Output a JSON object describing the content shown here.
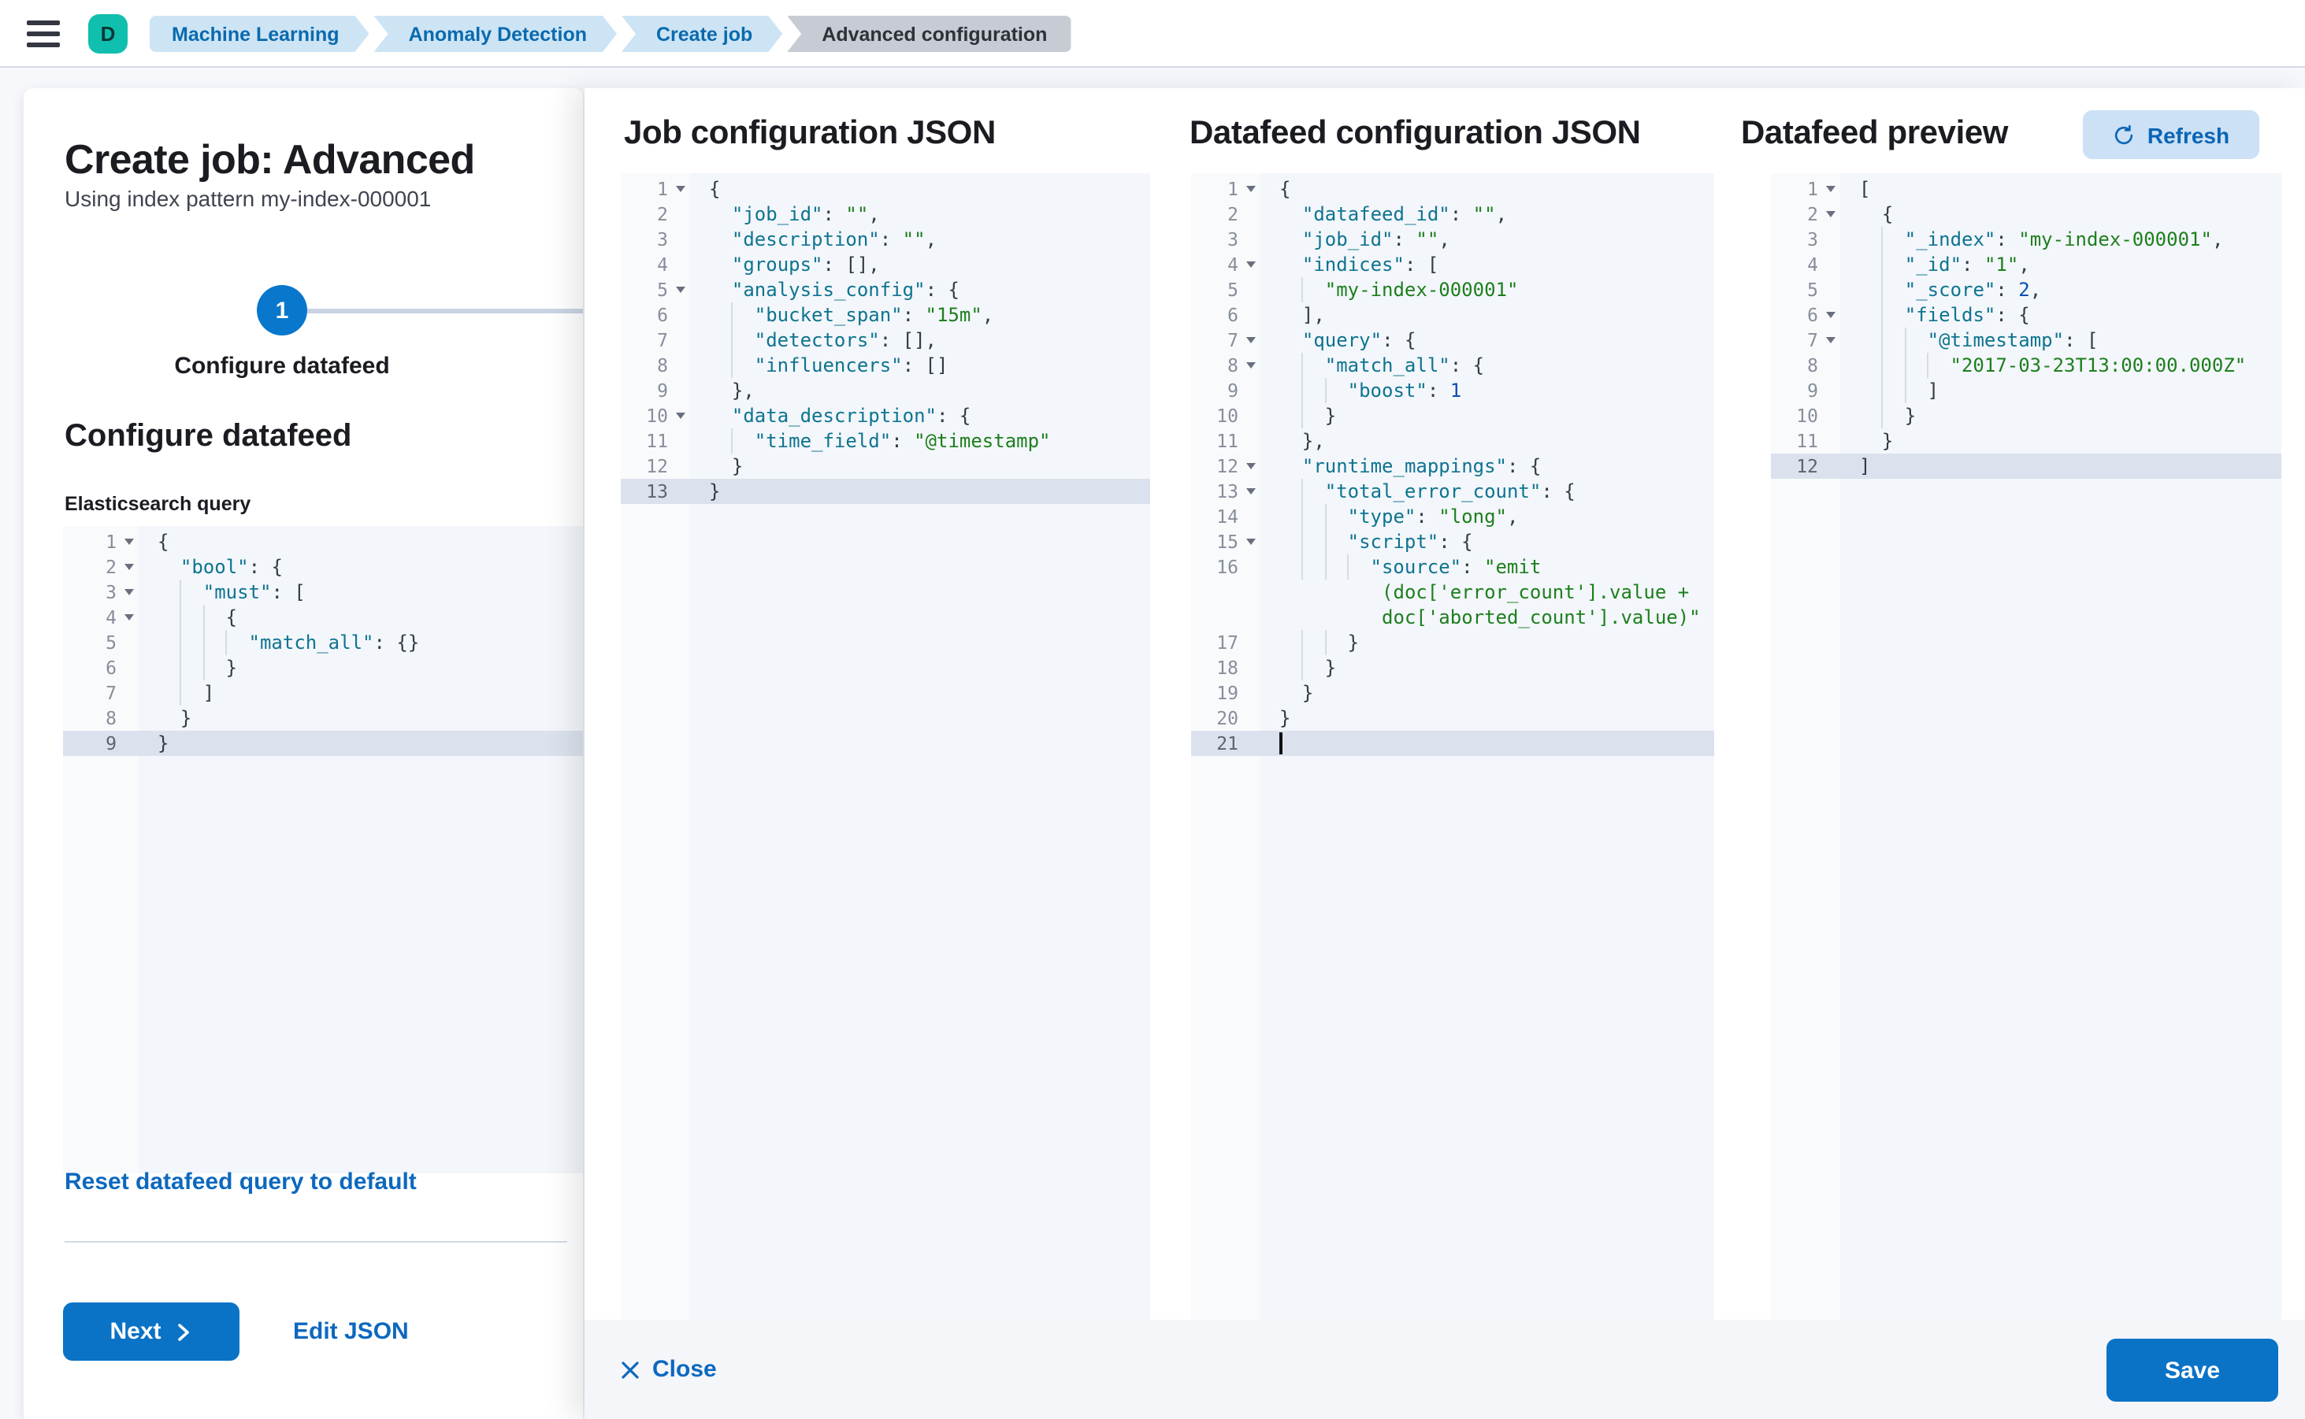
{
  "topbar": {
    "avatar_initial": "D",
    "breadcrumbs": [
      {
        "label": "Machine Learning",
        "current": false
      },
      {
        "label": "Anomaly Detection",
        "current": false
      },
      {
        "label": "Create job",
        "current": false
      },
      {
        "label": "Advanced configuration",
        "current": true
      }
    ]
  },
  "wizard": {
    "title": "Create job: Advanced",
    "subtitle": "Using index pattern my-index-000001",
    "step_number": "1",
    "step_label": "Configure datafeed",
    "section_heading": "Configure datafeed",
    "query_label": "Elasticsearch query",
    "reset_link": "Reset datafeed query to default",
    "next_label": "Next",
    "edit_json_label": "Edit JSON",
    "query_editor": {
      "lines": [
        {
          "n": 1,
          "i": 0,
          "f": 1,
          "t": [
            [
              "p",
              "{"
            ]
          ]
        },
        {
          "n": 2,
          "i": 2,
          "f": 1,
          "t": [
            [
              "k",
              "\"bool\""
            ],
            [
              "p",
              ": {"
            ]
          ]
        },
        {
          "n": 3,
          "i": 4,
          "f": 1,
          "t": [
            [
              "k",
              "\"must\""
            ],
            [
              "p",
              ": ["
            ]
          ]
        },
        {
          "n": 4,
          "i": 6,
          "f": 1,
          "t": [
            [
              "p",
              "{"
            ]
          ]
        },
        {
          "n": 5,
          "i": 8,
          "t": [
            [
              "k",
              "\"match_all\""
            ],
            [
              "p",
              ": {}"
            ]
          ]
        },
        {
          "n": 6,
          "i": 6,
          "t": [
            [
              "p",
              "}"
            ]
          ]
        },
        {
          "n": 7,
          "i": 4,
          "t": [
            [
              "p",
              "]"
            ]
          ]
        },
        {
          "n": 8,
          "i": 2,
          "t": [
            [
              "p",
              "}"
            ]
          ]
        },
        {
          "n": 9,
          "i": 0,
          "sel": 1,
          "t": [
            [
              "p",
              "}"
            ]
          ]
        }
      ]
    }
  },
  "flyout": {
    "job_config": {
      "title": "Job configuration JSON",
      "editor": {
        "lines": [
          {
            "n": 1,
            "i": 0,
            "f": 1,
            "t": [
              [
                "p",
                "{"
              ]
            ]
          },
          {
            "n": 2,
            "i": 2,
            "t": [
              [
                "k",
                "\"job_id\""
              ],
              [
                "p",
                ": "
              ],
              [
                "s",
                "\"\""
              ],
              [
                "p",
                ","
              ]
            ]
          },
          {
            "n": 3,
            "i": 2,
            "t": [
              [
                "k",
                "\"description\""
              ],
              [
                "p",
                ": "
              ],
              [
                "s",
                "\"\""
              ],
              [
                "p",
                ","
              ]
            ]
          },
          {
            "n": 4,
            "i": 2,
            "t": [
              [
                "k",
                "\"groups\""
              ],
              [
                "p",
                ": [],"
              ]
            ]
          },
          {
            "n": 5,
            "i": 2,
            "f": 1,
            "t": [
              [
                "k",
                "\"analysis_config\""
              ],
              [
                "p",
                ": {"
              ]
            ]
          },
          {
            "n": 6,
            "i": 4,
            "t": [
              [
                "k",
                "\"bucket_span\""
              ],
              [
                "p",
                ": "
              ],
              [
                "s",
                "\"15m\""
              ],
              [
                "p",
                ","
              ]
            ]
          },
          {
            "n": 7,
            "i": 4,
            "t": [
              [
                "k",
                "\"detectors\""
              ],
              [
                "p",
                ": [],"
              ]
            ]
          },
          {
            "n": 8,
            "i": 4,
            "t": [
              [
                "k",
                "\"influencers\""
              ],
              [
                "p",
                ": []"
              ]
            ]
          },
          {
            "n": 9,
            "i": 2,
            "t": [
              [
                "p",
                "},"
              ]
            ]
          },
          {
            "n": 10,
            "i": 2,
            "f": 1,
            "t": [
              [
                "k",
                "\"data_description\""
              ],
              [
                "p",
                ": {"
              ]
            ]
          },
          {
            "n": 11,
            "i": 4,
            "t": [
              [
                "k",
                "\"time_field\""
              ],
              [
                "p",
                ": "
              ],
              [
                "s",
                "\"@timestamp\""
              ]
            ]
          },
          {
            "n": 12,
            "i": 2,
            "t": [
              [
                "p",
                "}"
              ]
            ]
          },
          {
            "n": 13,
            "i": 0,
            "sel": 1,
            "t": [
              [
                "p",
                "}"
              ]
            ]
          }
        ]
      }
    },
    "datafeed_config": {
      "title": "Datafeed configuration JSON",
      "editor": {
        "lines": [
          {
            "n": 1,
            "i": 0,
            "f": 1,
            "t": [
              [
                "p",
                "{"
              ]
            ]
          },
          {
            "n": 2,
            "i": 2,
            "t": [
              [
                "k",
                "\"datafeed_id\""
              ],
              [
                "p",
                ": "
              ],
              [
                "s",
                "\"\""
              ],
              [
                "p",
                ","
              ]
            ]
          },
          {
            "n": 3,
            "i": 2,
            "t": [
              [
                "k",
                "\"job_id\""
              ],
              [
                "p",
                ": "
              ],
              [
                "s",
                "\"\""
              ],
              [
                "p",
                ","
              ]
            ]
          },
          {
            "n": 4,
            "i": 2,
            "f": 1,
            "t": [
              [
                "k",
                "\"indices\""
              ],
              [
                "p",
                ": ["
              ]
            ]
          },
          {
            "n": 5,
            "i": 4,
            "t": [
              [
                "s",
                "\"my-index-000001\""
              ]
            ]
          },
          {
            "n": 6,
            "i": 2,
            "t": [
              [
                "p",
                "],"
              ]
            ]
          },
          {
            "n": 7,
            "i": 2,
            "f": 1,
            "t": [
              [
                "k",
                "\"query\""
              ],
              [
                "p",
                ": {"
              ]
            ]
          },
          {
            "n": 8,
            "i": 4,
            "f": 1,
            "t": [
              [
                "k",
                "\"match_all\""
              ],
              [
                "p",
                ": {"
              ]
            ]
          },
          {
            "n": 9,
            "i": 6,
            "t": [
              [
                "k",
                "\"boost\""
              ],
              [
                "p",
                ": "
              ],
              [
                "d",
                "1"
              ]
            ]
          },
          {
            "n": 10,
            "i": 4,
            "t": [
              [
                "p",
                "}"
              ]
            ]
          },
          {
            "n": 11,
            "i": 2,
            "t": [
              [
                "p",
                "},"
              ]
            ]
          },
          {
            "n": 12,
            "i": 2,
            "f": 1,
            "t": [
              [
                "k",
                "\"runtime_mappings\""
              ],
              [
                "p",
                ": {"
              ]
            ]
          },
          {
            "n": 13,
            "i": 4,
            "f": 1,
            "t": [
              [
                "k",
                "\"total_error_count\""
              ],
              [
                "p",
                ": {"
              ]
            ]
          },
          {
            "n": 14,
            "i": 6,
            "t": [
              [
                "k",
                "\"type\""
              ],
              [
                "p",
                ": "
              ],
              [
                "s",
                "\"long\""
              ],
              [
                "p",
                ","
              ]
            ]
          },
          {
            "n": 15,
            "i": 6,
            "f": 1,
            "t": [
              [
                "k",
                "\"script\""
              ],
              [
                "p",
                ": {"
              ]
            ]
          },
          {
            "n": 16,
            "i": 8,
            "t": [
              [
                "k",
                "\"source\""
              ],
              [
                "p",
                ": "
              ],
              [
                "s",
                "\"emit"
              ]
            ]
          },
          {
            "n": "",
            "i": 0,
            "t": [
              [
                "s",
                "         (doc['error_count'].value +"
              ]
            ]
          },
          {
            "n": "",
            "i": 0,
            "t": [
              [
                "s",
                "         doc['aborted_count'].value)\""
              ]
            ]
          },
          {
            "n": 17,
            "i": 6,
            "t": [
              [
                "p",
                "}"
              ]
            ]
          },
          {
            "n": 18,
            "i": 4,
            "t": [
              [
                "p",
                "}"
              ]
            ]
          },
          {
            "n": 19,
            "i": 2,
            "t": [
              [
                "p",
                "}"
              ]
            ]
          },
          {
            "n": 20,
            "i": 0,
            "t": [
              [
                "p",
                "}"
              ]
            ]
          },
          {
            "n": 21,
            "i": 0,
            "sel": 1,
            "cur": 1,
            "t": []
          }
        ]
      }
    },
    "datafeed_preview": {
      "title": "Datafeed preview",
      "refresh_label": "Refresh",
      "editor": {
        "lines": [
          {
            "n": 1,
            "i": 0,
            "f": 1,
            "t": [
              [
                "p",
                "["
              ]
            ]
          },
          {
            "n": 2,
            "i": 2,
            "f": 1,
            "t": [
              [
                "p",
                "{"
              ]
            ]
          },
          {
            "n": 3,
            "i": 4,
            "t": [
              [
                "k",
                "\"_index\""
              ],
              [
                "p",
                ": "
              ],
              [
                "s",
                "\"my-index-000001\""
              ],
              [
                "p",
                ","
              ]
            ]
          },
          {
            "n": 4,
            "i": 4,
            "t": [
              [
                "k",
                "\"_id\""
              ],
              [
                "p",
                ": "
              ],
              [
                "s",
                "\"1\""
              ],
              [
                "p",
                ","
              ]
            ]
          },
          {
            "n": 5,
            "i": 4,
            "t": [
              [
                "k",
                "\"_score\""
              ],
              [
                "p",
                ": "
              ],
              [
                "d",
                "2"
              ],
              [
                "p",
                ","
              ]
            ]
          },
          {
            "n": 6,
            "i": 4,
            "f": 1,
            "t": [
              [
                "k",
                "\"fields\""
              ],
              [
                "p",
                ": {"
              ]
            ]
          },
          {
            "n": 7,
            "i": 6,
            "f": 1,
            "t": [
              [
                "k",
                "\"@timestamp\""
              ],
              [
                "p",
                ": ["
              ]
            ]
          },
          {
            "n": 8,
            "i": 8,
            "t": [
              [
                "s",
                "\"2017-03-23T13:00:00.000Z\""
              ]
            ]
          },
          {
            "n": 9,
            "i": 6,
            "t": [
              [
                "p",
                "]"
              ]
            ]
          },
          {
            "n": 10,
            "i": 4,
            "t": [
              [
                "p",
                "}"
              ]
            ]
          },
          {
            "n": 11,
            "i": 2,
            "t": [
              [
                "p",
                "}"
              ]
            ]
          },
          {
            "n": 12,
            "i": 0,
            "sel": 1,
            "t": [
              [
                "p",
                "]"
              ]
            ]
          }
        ]
      }
    },
    "footer": {
      "close_label": "Close",
      "save_label": "Save"
    }
  },
  "colors": {
    "primary_button": "#0A73C6",
    "link_blue": "#0D68BE",
    "breadcrumb_blue_bg": "#CDE4F5",
    "breadcrumb_gray_bg": "#C6CBD4",
    "avatar_teal": "#10BFAE",
    "step_circle_blue": "#0877CC",
    "code_key_teal": "#0E7490",
    "code_string_green": "#1D7F1D",
    "code_number_blue": "#0550AE",
    "selected_line_bg": "#DBE2ED"
  }
}
